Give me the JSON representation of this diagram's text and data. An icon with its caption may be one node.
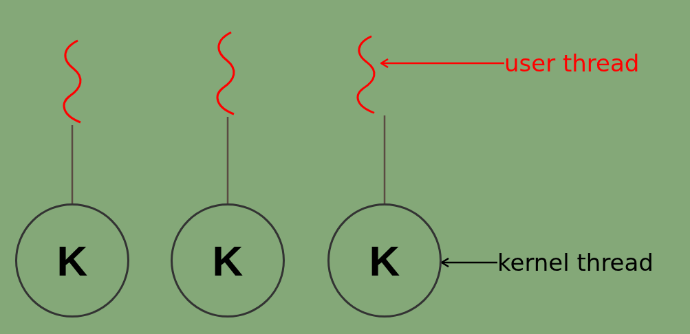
{
  "diagram": {
    "nodes": [
      {
        "text": [],
        "shape": "squiggle"
      },
      {
        "text": [],
        "shape": "squiggle"
      },
      {
        "text": [],
        "shape": "squiggle"
      },
      {
        "text": [
          "user thread"
        ]
      },
      {
        "text": [
          "K"
        ]
      },
      {
        "text": [
          "K"
        ]
      },
      {
        "text": [
          "K"
        ]
      },
      {
        "text": [
          "kernel thread"
        ]
      }
    ],
    "edges": [
      {
        "from": 0,
        "to": 4,
        "arrow": "none"
      },
      {
        "from": 1,
        "to": 5,
        "arrow": "none"
      },
      {
        "from": 2,
        "to": 6,
        "arrow": "none"
      },
      {
        "from": 3,
        "to": 2,
        "arrow": "to",
        "color": "#ff0000"
      },
      {
        "from": 7,
        "to": 6,
        "arrow": "to",
        "color": "#000000"
      }
    ]
  }
}
